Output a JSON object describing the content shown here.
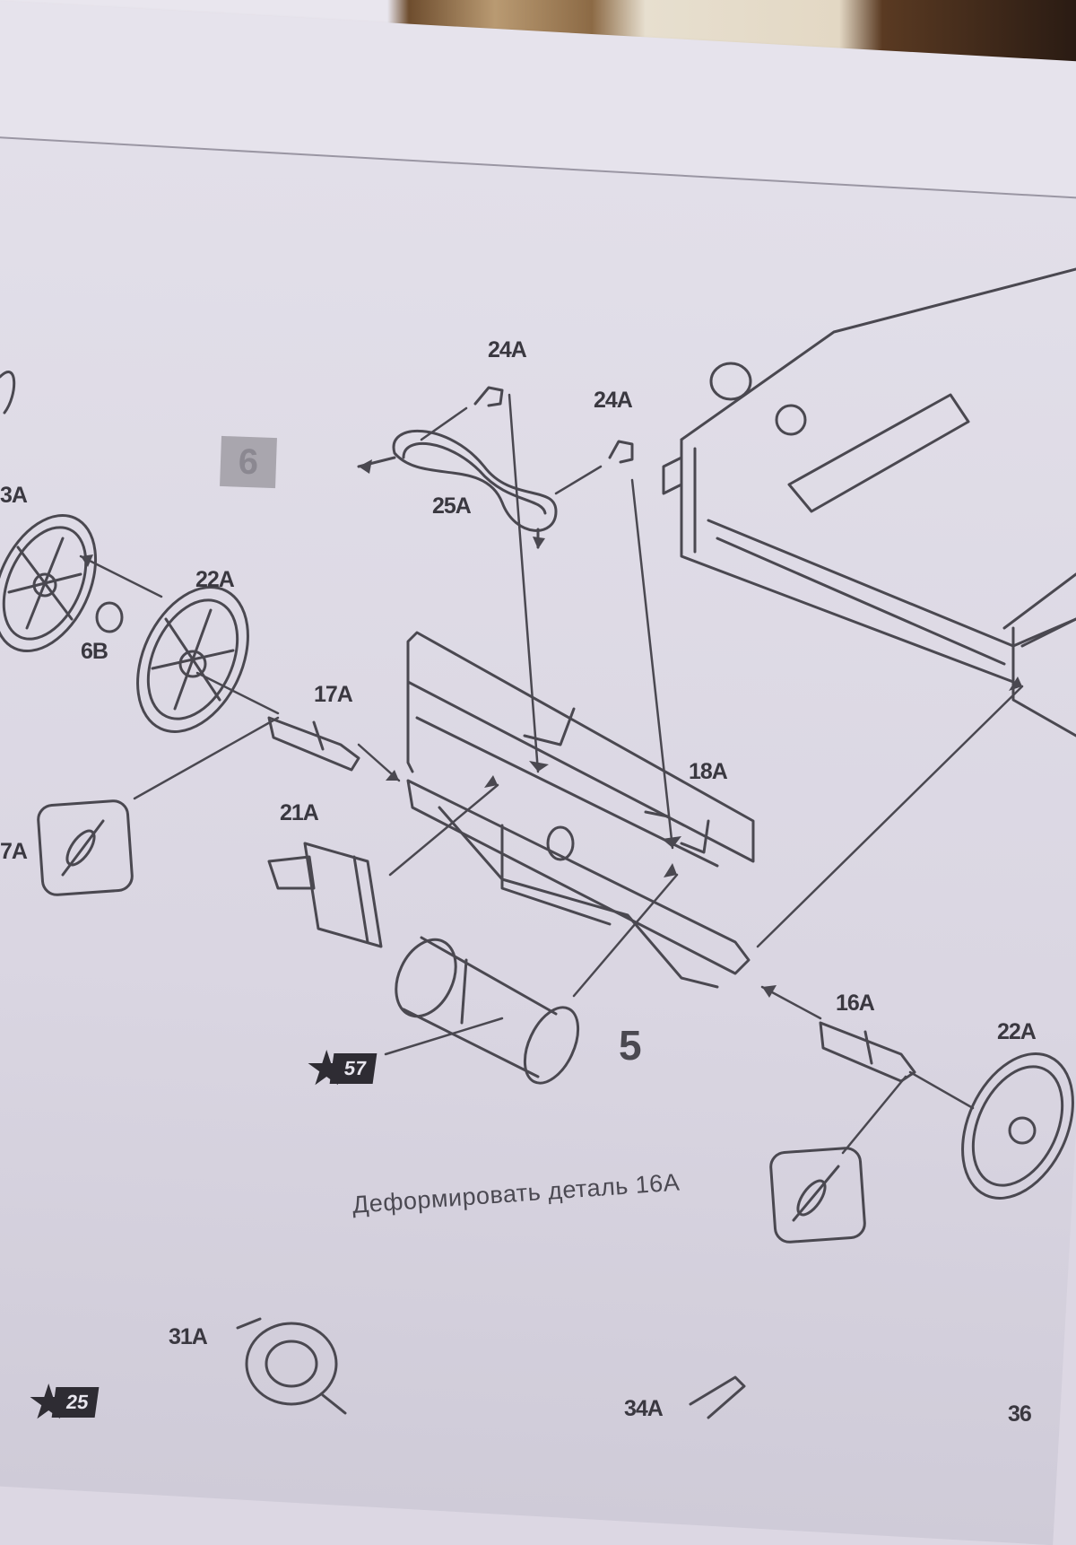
{
  "step_number": "6",
  "sub_step_number": "5",
  "caption": "Деформировать деталь 16A",
  "parts": {
    "p24a_left": "24A",
    "p24a_right": "24A",
    "p25a": "25A",
    "p3a": "3A",
    "p22a_left": "22A",
    "p6b": "6B",
    "p17a": "17A",
    "p7a": "7A",
    "p21a": "21A",
    "p18a": "18A",
    "p16a": "16A",
    "p22a_right": "22A",
    "p31a": "31A",
    "p34a": "34A",
    "p36": "36"
  },
  "references": {
    "ref57": "57",
    "ref25": "25"
  },
  "colors": {
    "paper": "#dcd7e3",
    "ink": "#3a3840",
    "step_box": "#a9a6ae"
  }
}
